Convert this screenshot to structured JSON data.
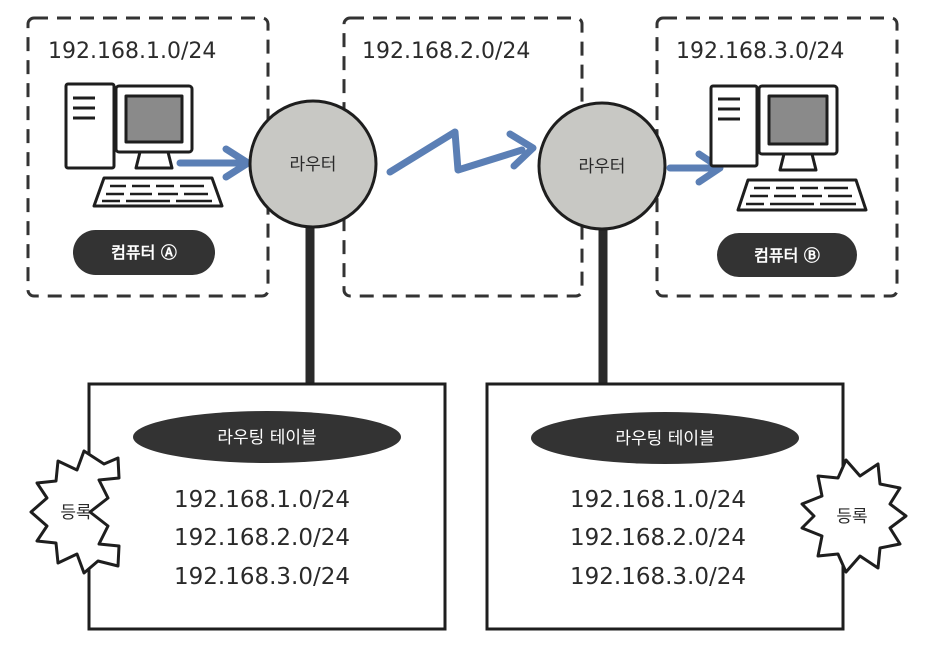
{
  "networks": {
    "left": "192.168.1.0/24",
    "middle": "192.168.2.0/24",
    "right": "192.168.3.0/24"
  },
  "routers": {
    "left": "라우터",
    "right": "라우터"
  },
  "computers": {
    "a": "컴퓨터 Ⓐ",
    "b": "컴퓨터 Ⓑ"
  },
  "routing_tables": {
    "left": {
      "title": "라우팅 테이블",
      "routes": [
        "192.168.1.0/24",
        "192.168.2.0/24",
        "192.168.3.0/24"
      ],
      "badge": "등록"
    },
    "right": {
      "title": "라우팅 테이블",
      "routes": [
        "192.168.1.0/24",
        "192.168.2.0/24",
        "192.168.3.0/24"
      ],
      "badge": "등록"
    }
  },
  "colors": {
    "arrow": "#5b7fb5",
    "router_fill": "#c8c8c4",
    "pill_fill": "#333333",
    "line": "#2a2a2a"
  }
}
